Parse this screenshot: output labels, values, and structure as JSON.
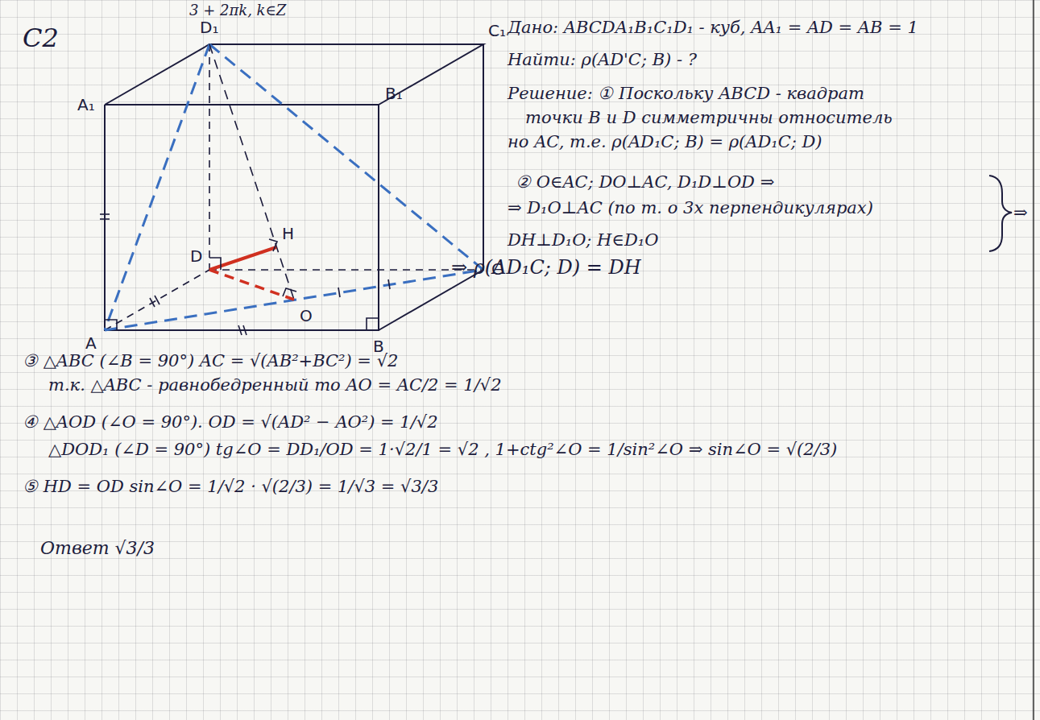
{
  "diagram": {
    "labels": [
      "3 + 2πk, k∈Z",
      "C2",
      "D₁",
      "A₁",
      "B₁",
      "C₁",
      "C",
      "A",
      "B",
      "D",
      "O",
      "H",
      "Дано: ABCDA₁B₁C₁D₁ - куб, AA₁ = AD = AB = 1",
      "Найти: ρ(AD'C; B) - ?",
      "Решение: ① Поскольку ABCD - квадрат",
      "точки B и D симметричны относитель",
      "но AC, т.е. ρ(AD₁C; B) = ρ(AD₁C; D)",
      "② O∈AC; DO⊥AC, D₁D⊥OD ⇒",
      "⇒ D₁O⊥AC (по т. о 3х перпендикулярах)",
      "DH⊥D₁O; H∈D₁O",
      "⇒",
      "⇒ ρ(AD₁C; D) = DH",
      "③ △ABC (∠B = 90°)    AC = √(AB²+BC²) = √2",
      "т.к. △ABC - равнобедренный то AO = AC/2 = 1/√2",
      "④ △AOD (∠O = 90°). OD = √(AD² − AO²) = 1/√2",
      "△DOD₁ (∠D = 90°)   tg∠O = DD₁/OD = 1·√2/1 = √2 ,   1+ctg²∠O = 1/sin²∠O ⇒ sin∠O = √(2/3)",
      "⑤ HD = OD sin∠O = 1/√2 · √(2/3) = 1/√3 = √3/3",
      "Ответ   √3/3"
    ]
  }
}
